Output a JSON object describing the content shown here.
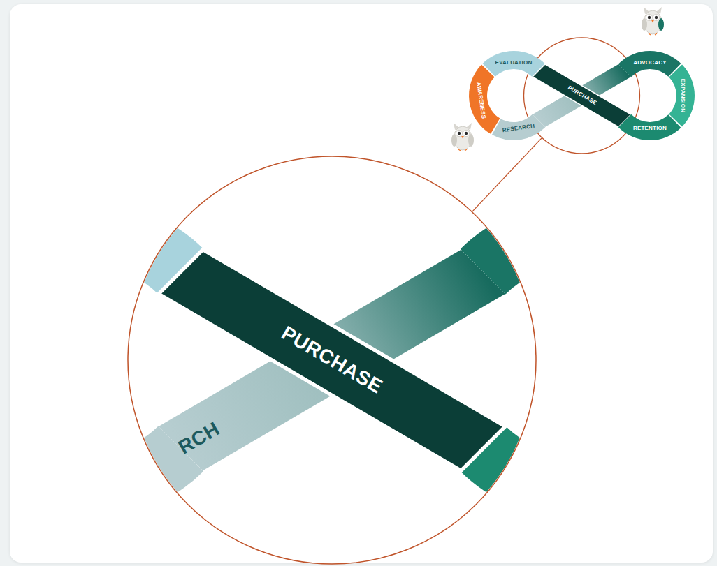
{
  "diagram": {
    "nodes": [
      {
        "text": [
          "EVALUATION"
        ]
      },
      {
        "text": [
          "AWARENESS"
        ]
      },
      {
        "text": [
          "RESEARCH"
        ]
      },
      {
        "text": [
          "PURCHASE"
        ]
      },
      {
        "text": [
          "ADVOCACY"
        ]
      },
      {
        "text": [
          "EXPANSION"
        ]
      },
      {
        "text": [
          "RETENTION"
        ]
      }
    ],
    "labels": [
      "PURCHASE",
      "RCH"
    ]
  }
}
